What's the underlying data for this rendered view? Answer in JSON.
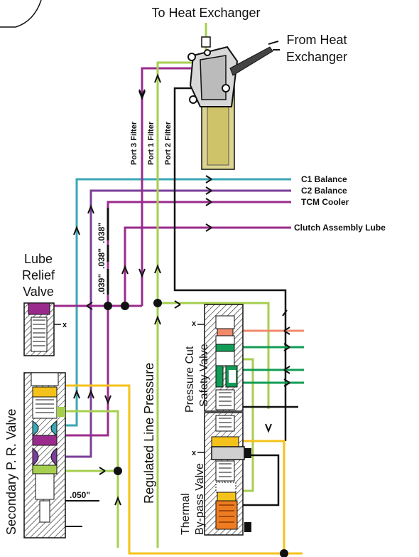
{
  "labels": {
    "to_heat_exchanger": "To Heat Exchanger",
    "from_heat_exchanger_1": "From Heat",
    "from_heat_exchanger_2": "Exchanger",
    "port3": "Port 3 Filter",
    "port1": "Port 1 Filter",
    "port2": "Port 2 Filter",
    "c1_balance": "C1 Balance",
    "c2_balance": "C2 Balance",
    "tcm_cooler": "TCM Cooler",
    "clutch_lube": "Clutch Assembly Lube",
    "orifice_038a": ".038\"",
    "orifice_038b": ".038\"",
    "orifice_039": ".039\"",
    "lube_relief_1": "Lube",
    "lube_relief_2": "Relief",
    "lube_relief_3": "Valve",
    "pressure_cut_1": "Pressure Cut",
    "pressure_cut_2": "Safety Valve",
    "regulated_line": "Regulated Line Pressure",
    "secondary_pr": "Secondary P. R. Valve",
    "thermal_1": "Thermal",
    "thermal_2": "By-pass Valve",
    "orifice_050": ".050\"",
    "x_mark": "x"
  },
  "colors": {
    "teal": "#3aa7b5",
    "purple": "#7b3f99",
    "magenta": "#9a2b8c",
    "green": "#a6cf4f",
    "yellow": "#f4c21b",
    "black": "#111111",
    "dkgreen": "#129c55",
    "salmon": "#f08a6b",
    "orange": "#ee7d22",
    "filter_yellow": "#ddd58f"
  }
}
